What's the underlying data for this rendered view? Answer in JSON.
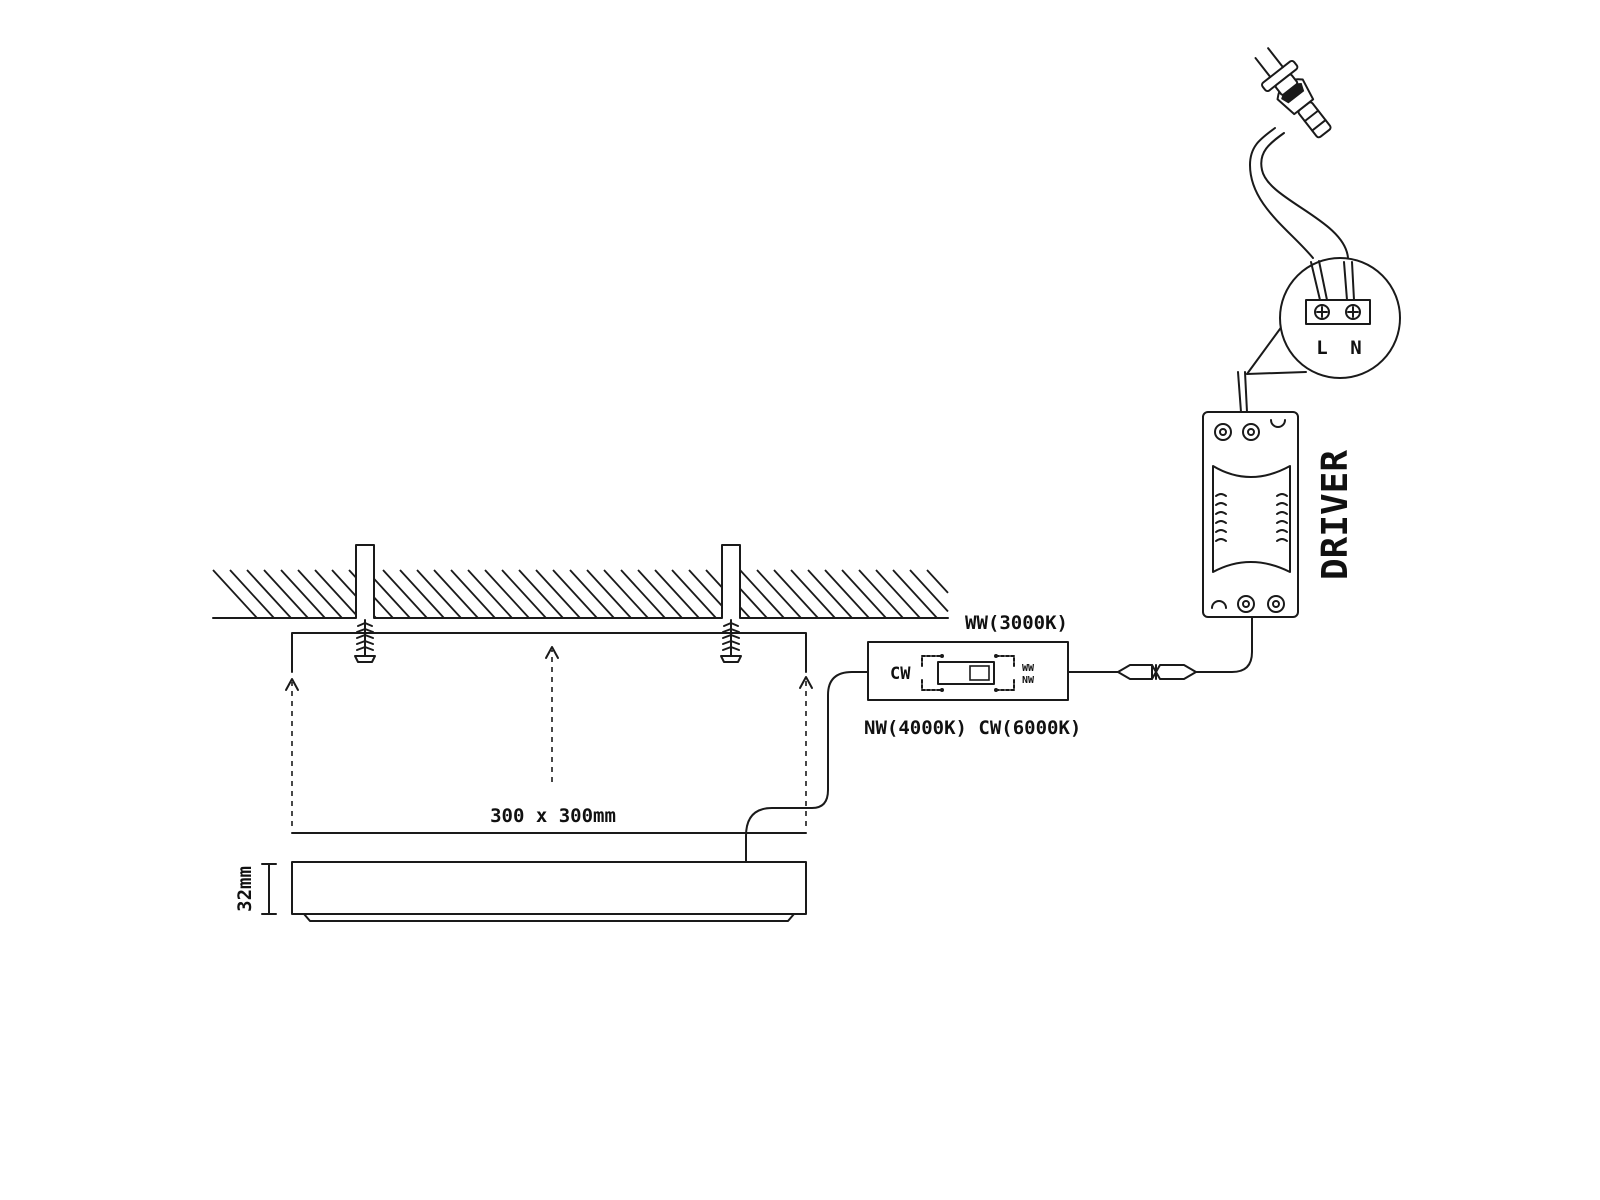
{
  "labels": {
    "ww": "WW(3000K)",
    "nw_cw": "NW(4000K) CW(6000K)",
    "switch_left": "CW",
    "switch_right_top": "WW",
    "switch_right_bottom": "NW",
    "size": "300 x 300mm",
    "height": "32mm",
    "driver": "DRIVER",
    "terminal_l": "L",
    "terminal_n": "N"
  }
}
